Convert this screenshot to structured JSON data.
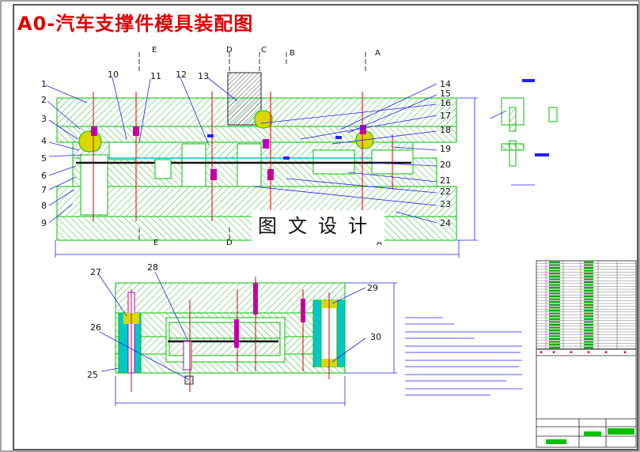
{
  "title": "A0-汽车支撑件模具装配图",
  "watermark": "图文设计",
  "section_letters_top": [
    "E",
    "D",
    "C",
    "B",
    "A"
  ],
  "section_letters_bottom": [
    "E",
    "D",
    "A"
  ],
  "top_callouts": [
    "1",
    "2",
    "3",
    "4",
    "5",
    "6",
    "7",
    "8",
    "9",
    "10",
    "11",
    "12",
    "13"
  ],
  "right_callouts": [
    "14",
    "15",
    "16",
    "17",
    "18",
    "19",
    "20",
    "21",
    "22",
    "23",
    "24"
  ],
  "bottom_callouts": [
    "25",
    "26",
    "27",
    "28",
    "29",
    "30"
  ],
  "colors": {
    "outline": "#00c000",
    "hatch": "#00a000",
    "dim": "#2020ff",
    "red": "#e00000",
    "yellow": "#d8d800",
    "cyan": "#00c8c8",
    "magenta": "#c000c0",
    "frame": "#333333"
  },
  "bom_rows": 31
}
